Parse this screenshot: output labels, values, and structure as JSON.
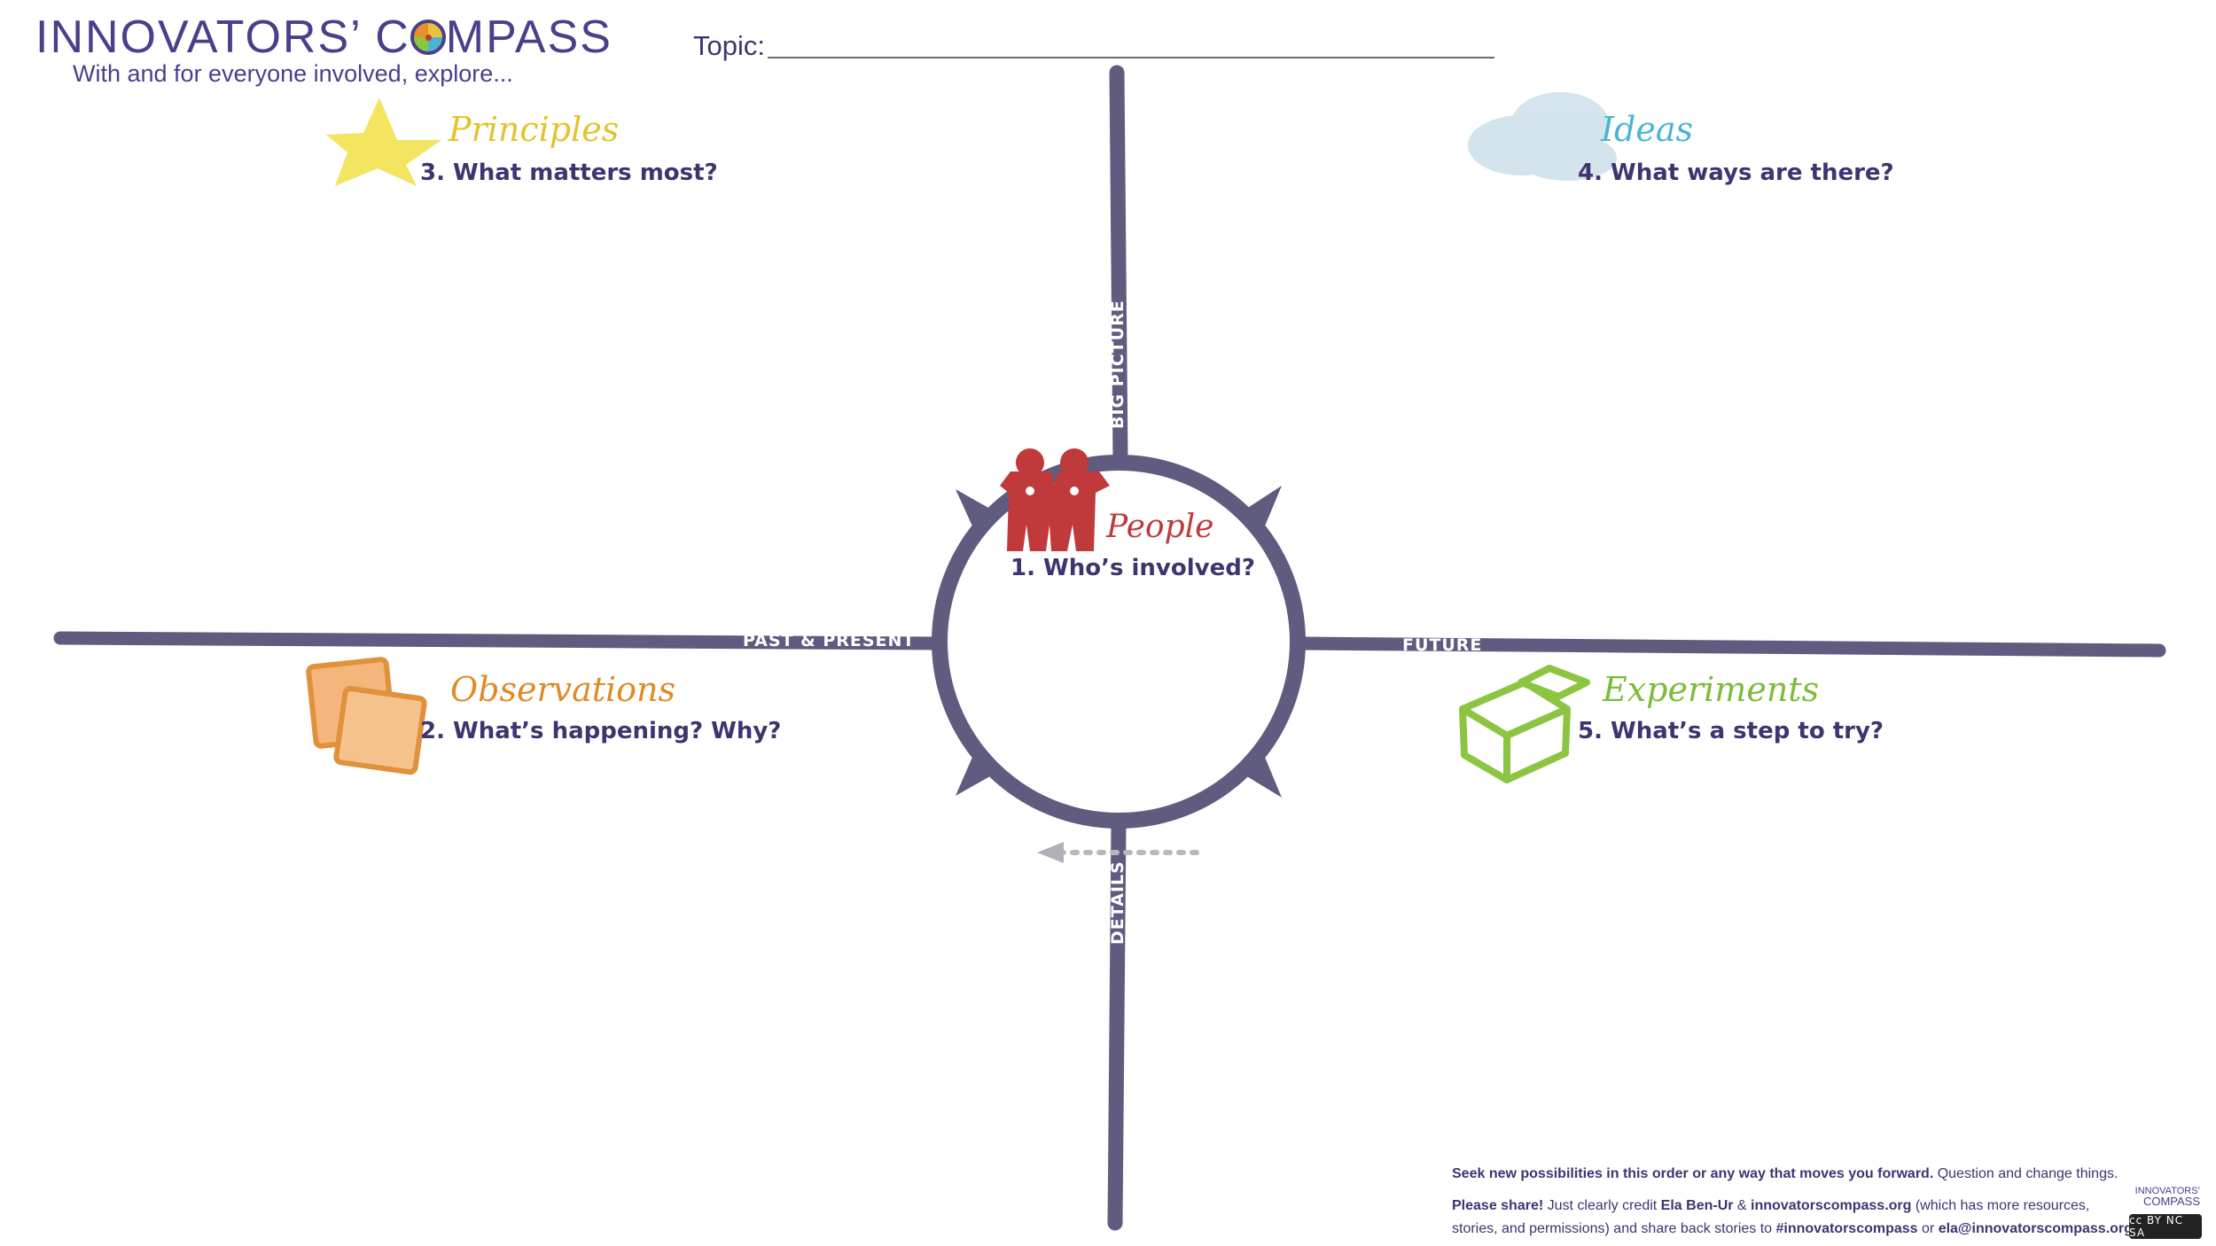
{
  "header": {
    "brand_left": "INNOVATORS’ C",
    "brand_right": "MPASS",
    "tagline": "With and for everyone involved, explore...",
    "topic_label": "Topic:"
  },
  "quadrants": {
    "principles": {
      "title": "Principles",
      "question": "3. What matters most?",
      "color": "#e3c42c",
      "icon": "star-icon"
    },
    "ideas": {
      "title": "Ideas",
      "question": "4. What ways are there?",
      "color": "#4cb3d4",
      "icon": "cloud-icon"
    },
    "observations": {
      "title": "Observations",
      "question": "2. What’s happening? Why?",
      "color": "#e18a27",
      "icon": "notes-icon"
    },
    "experiments": {
      "title": "Experiments",
      "question": "5. What’s a step to try?",
      "color": "#7cbc3a",
      "icon": "box-icon"
    },
    "people": {
      "title": "People",
      "question": "1. Who’s involved?",
      "color": "#c0393b",
      "icon": "people-icon"
    }
  },
  "axes": {
    "top": "BIG PICTURE",
    "bottom": "DETAILS",
    "left": "PAST & PRESENT",
    "right": "FUTURE"
  },
  "footer": {
    "line1_bold": "Seek new possibilities in this order or any way that moves you forward.",
    "line1_rest": " Question and change things.",
    "line2_bold": "Please share!",
    "line2_a": " Just clearly credit ",
    "line2_name": "Ela Ben-Ur",
    "line2_amp": " & ",
    "line2_site": "innovatorscompass.org",
    "line2_b": " (which has more resources,",
    "line3_a": "stories, and permissions) and share back stories to ",
    "line3_tag": "#innovatorscompass",
    "line3_or": " or ",
    "line3_email": "ela@innovatorscompass.org",
    "line3_end": ".",
    "logo_line1": "INNOVATORS’",
    "logo_line2": "COMPASS",
    "license": "cc BY NC SA"
  },
  "colors": {
    "road": "#5f5c80",
    "ink": "#3e3470"
  }
}
